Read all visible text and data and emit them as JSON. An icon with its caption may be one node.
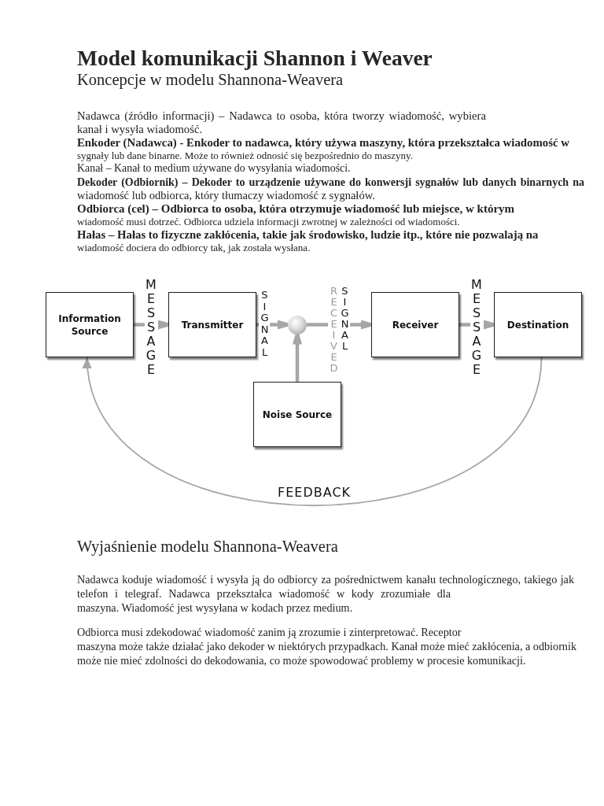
{
  "diagram": {
    "title": "Model komunikacji Shannon i Weaver",
    "nodes": [
      {
        "text": [
          "Information Source"
        ]
      },
      {
        "text": [
          "Transmitter"
        ]
      },
      {
        "text": [],
        "shape": "circle"
      },
      {
        "text": [
          "Receiver"
        ]
      },
      {
        "text": [
          "Destination"
        ]
      },
      {
        "text": [
          "Noise Source"
        ]
      }
    ],
    "edges": [
      {
        "from": 0,
        "to": 1,
        "arrow": "to",
        "label": "MESSAGE"
      },
      {
        "from": 1,
        "to": 2,
        "arrow": "to",
        "label": "SIGNAL"
      },
      {
        "from": 2,
        "to": 3,
        "arrow": "to",
        "label": "RECEIVED SIGNAL"
      },
      {
        "from": 3,
        "to": 4,
        "arrow": "to",
        "label": "MESSAGE"
      },
      {
        "from": 5,
        "to": 2,
        "arrow": "to"
      },
      {
        "from": 4,
        "to": 0,
        "arrow": "to",
        "label": "FEEDBACK"
      }
    ],
    "labels": [
      "Koncepcje w modelu Shannona-Weavera",
      "Nadawca (źródło informacji) – Nadawca to osoba, która tworzy wiadomość, wybiera kanał i wysyła wiadomość.",
      "**Enkoder (Nadawca) - Enkoder to nadawca, który używa maszyny, która przekształca wiadomość w** sygnały lub dane binarne. Może to również odnosić się bezpośrednio do maszyny.",
      "Kanał – Kanał to medium używane do wysyłania wiadomości.",
      "**Dekoder (Odbiornik) – Dekoder to urządzenie używane do konwersji sygnałów lub danych binarnych na** wiadomość lub odbiorca, który tłumaczy wiadomość z sygnałów.",
      "**Odbiorca (cel) – Odbiorca to osoba, która otrzymuje wiadomość lub miejsce, w którym** wiadomość musi dotrzeć. Odbiorca udziela informacji zwrotnej w zależności od wiadomości.",
      "**Hałas – Hałas to fizyczne zakłócenia, takie jak środowisko, ludzie itp., które nie pozwalają na** wiadomość dociera do odbiorcy tak, jak została wysłana.",
      "Wyjaśnienie modelu Shannona-Weavera",
      "Nadawca koduje wiadomość i wysyła ją do odbiorcy za pośrednictwem kanału technologicznego, takiego jak telefon i telegraf. Nadawca przekształca wiadomość w kody zrozumiałe dla maszyna. Wiadomość jest wysyłana w kodach przez medium.",
      "Odbiorca musi zdekodować wiadomość zanim ją zrozumie i zinterpretować. Receptor maszyna może także działać jako dekoder w niektórych przypadkach. Kanał może mieć zakłócenia, a odbiornik może nie mieć zdolności do dekodowania, co może spowodować problemy w procesie komunikacji."
    ]
  }
}
